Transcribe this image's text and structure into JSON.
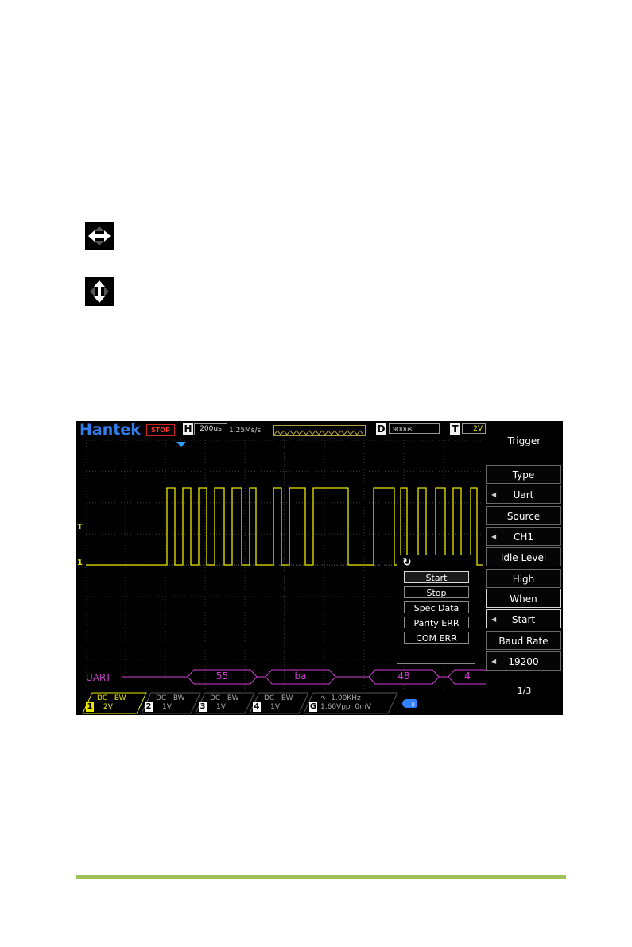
{
  "topbar": {
    "logo": "Hantek",
    "status": "STOP",
    "h_letter": "H",
    "timebase": "200us",
    "sample_rate": "1.25Ms/s",
    "d_letter": "D",
    "delay": "900us",
    "t_letter": "T",
    "trigger_level": "2V"
  },
  "decode": {
    "protocol": "UART",
    "packets": [
      "55",
      "ba",
      "48",
      "4"
    ]
  },
  "popup": {
    "options": [
      "Start",
      "Stop",
      "Spec Data",
      "Parity ERR",
      "COM ERR"
    ],
    "selected": "Start"
  },
  "side_menu": {
    "title": "Trigger",
    "type_label": "Type",
    "type_value": "Uart",
    "source_label": "Source",
    "source_value": "CH1",
    "idle_label": "Idle Level",
    "idle_value": "High",
    "when_label": "When",
    "when_value": "Start",
    "baud_label": "Baud Rate",
    "baud_value": "19200",
    "page": "1/3"
  },
  "channels": [
    {
      "num": "1",
      "coupling": "DC",
      "bw": "BW",
      "scale": "2V"
    },
    {
      "num": "2",
      "coupling": "DC",
      "bw": "BW",
      "scale": "1V"
    },
    {
      "num": "3",
      "coupling": "DC",
      "bw": "BW",
      "scale": "1V"
    },
    {
      "num": "4",
      "coupling": "DC",
      "bw": "BW",
      "scale": "1V"
    }
  ],
  "generator": {
    "num": "G",
    "freq": "1.00KHz",
    "amp": "1.60Vpp",
    "offset": "0mV"
  },
  "markers": {
    "ch1": "1",
    "trig": "T"
  },
  "colors": {
    "ch1": "#e8e800",
    "decode": "#d040d0",
    "logo": "#2f7ff0",
    "stop": "#ff3030",
    "footer_bar": "#9fc05a"
  },
  "icons": [
    "move-horizontal-icon",
    "move-vertical-icon",
    "rotate-icon",
    "usb-icon"
  ]
}
